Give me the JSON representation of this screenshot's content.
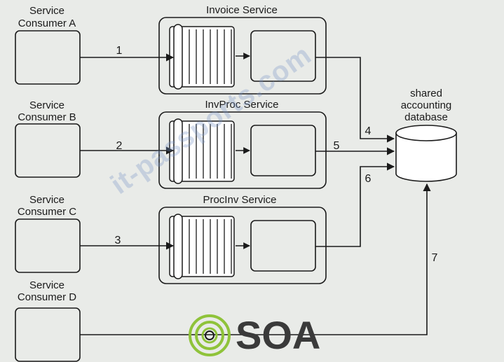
{
  "consumers": [
    {
      "line1": "Service",
      "line2": "Consumer A"
    },
    {
      "line1": "Service",
      "line2": "Consumer B"
    },
    {
      "line1": "Service",
      "line2": "Consumer C"
    },
    {
      "line1": "Service",
      "line2": "Consumer D"
    }
  ],
  "services": [
    {
      "title": "Invoice Service"
    },
    {
      "title": "InvProc Service"
    },
    {
      "title": "ProcInv Service"
    }
  ],
  "arrow_numbers": [
    "1",
    "2",
    "3",
    "4",
    "5",
    "6",
    "7"
  ],
  "database": {
    "line1": "shared",
    "line2": "accounting",
    "line3": "database"
  },
  "watermark": "it-passports.com",
  "logo": {
    "text": "SOA"
  },
  "colors": {
    "background": "#e9ebe8",
    "stroke": "#1a1a1a",
    "logo_green": "#8fc33a"
  }
}
